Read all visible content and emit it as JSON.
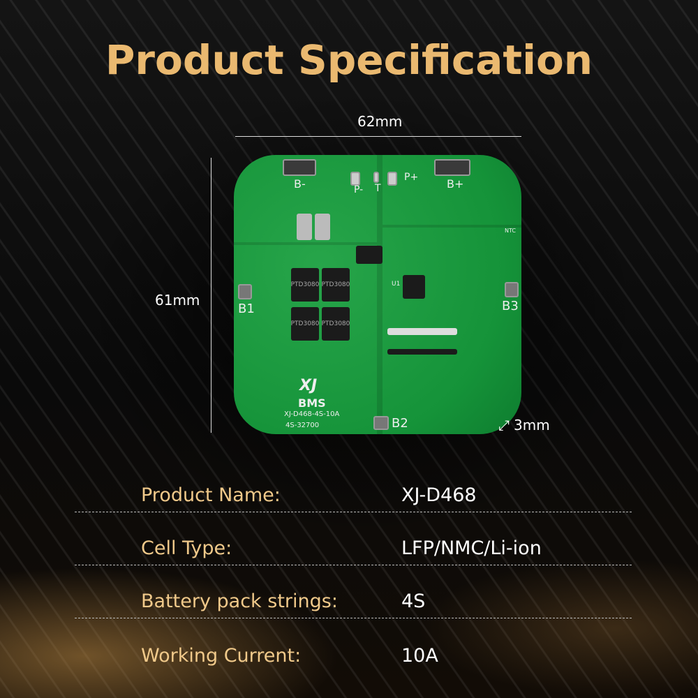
{
  "title": "Product Specification",
  "dimensions": {
    "width": "62mm",
    "height": "61mm",
    "thickness": "3mm"
  },
  "board": {
    "pads": [
      "B-",
      "B+",
      "P-",
      "T",
      "P+",
      "B1",
      "B2",
      "B3"
    ],
    "mosfet_label": "PTD3080",
    "logo_text": "XJ",
    "logo_sub": "BMS",
    "model": "XJ-D468-4S-10A",
    "cell": "4S-32700",
    "ic_label": "U1",
    "ntc_label": "NTC"
  },
  "specs": [
    {
      "label": "Product Name:",
      "value": "XJ-D468"
    },
    {
      "label": "Cell Type:",
      "value": "LFP/NMC/Li-ion"
    },
    {
      "label": "Battery pack strings:",
      "value": "4S"
    },
    {
      "label": "Working Current:",
      "value": "10A"
    }
  ]
}
